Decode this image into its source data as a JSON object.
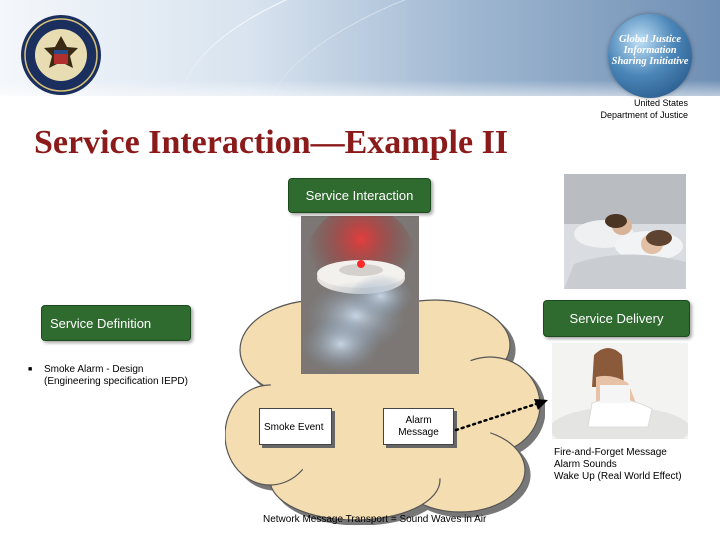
{
  "header": {
    "globe_logo": [
      "Global Justice",
      "Information",
      "Sharing Initiative"
    ],
    "department": [
      "United States",
      "Department of Justice"
    ]
  },
  "slide": {
    "title": "Service Interaction—Example II"
  },
  "boxes": {
    "service_interaction": "Service Interaction",
    "service_definition": "Service Definition",
    "service_delivery": "Service Delivery"
  },
  "definition_bullets": [
    "Smoke Alarm - Design (Engineering specification IEPD)"
  ],
  "messages": {
    "smoke_event": "Smoke Event",
    "alarm_message": [
      "Alarm",
      "Message"
    ]
  },
  "delivery_lines": [
    "Fire-and-Forget Message",
    "Alarm Sounds",
    "Wake Up (Real World Effect)"
  ],
  "transport": "Network Message Transport = Sound Waves in Air",
  "colors": {
    "title": "#8b1a1a",
    "box_green": "#2f6a2f",
    "cloud_fill": "#f4ddb0"
  },
  "icons": {
    "seal": "doj-seal-icon",
    "globe": "globe-logo-icon",
    "arrow": "dotted-arrow-icon"
  }
}
